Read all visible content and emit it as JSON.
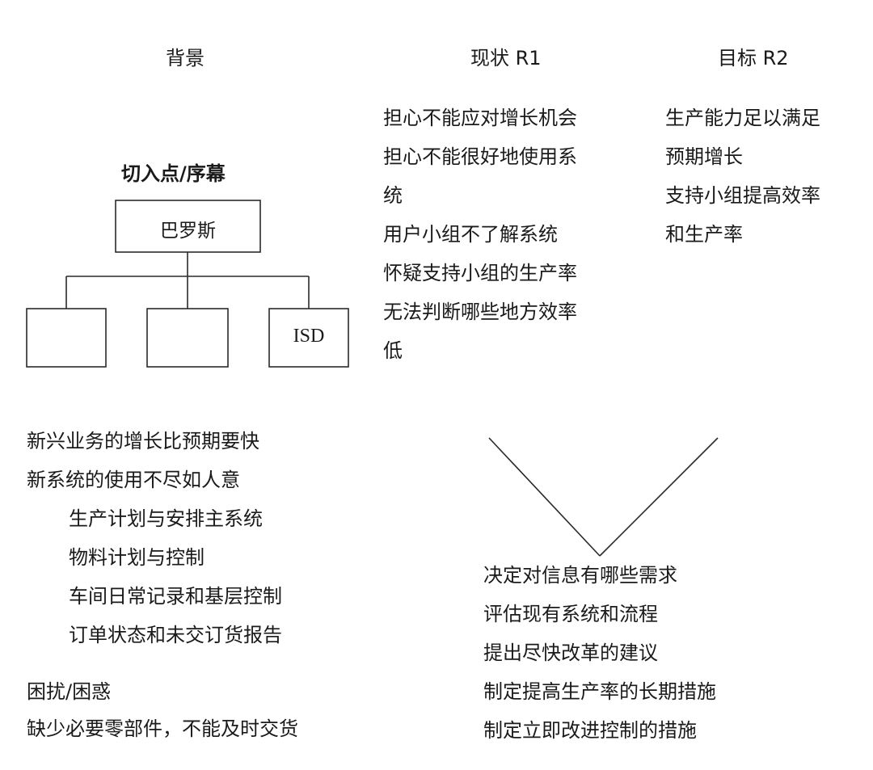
{
  "headers": {
    "background": "背景",
    "current": "现状 R1",
    "goal": "目标 R2"
  },
  "entry_point": "切入点/序幕",
  "org_chart": {
    "root": "巴罗斯",
    "children": [
      "",
      "",
      "ISD"
    ]
  },
  "current_state": [
    "担心不能应对增长机会",
    "担心不能很好地使用系",
    "统",
    "用户小组不了解系统",
    "怀疑支持小组的生产率",
    "无法判断哪些地方效率",
    "低"
  ],
  "goals": [
    "生产能力足以满足",
    "预期增长",
    "支持小组提高效率",
    "和生产率"
  ],
  "background_items": [
    "新兴业务的增长比预期要快",
    "新系统的使用不尽如人意"
  ],
  "background_subitems": [
    "生产计划与安排主系统",
    "物料计划与控制",
    "车间日常记录和基层控制",
    "订单状态和未交订货报告"
  ],
  "trouble": {
    "label": "困扰/困惑",
    "text": "缺少必要零部件，不能及时交货"
  },
  "actions": [
    "决定对信息有哪些需求",
    "评估现有系统和流程",
    "提出尽快改革的建议",
    "制定提高生产率的长期措施",
    "制定立即改进控制的措施"
  ]
}
